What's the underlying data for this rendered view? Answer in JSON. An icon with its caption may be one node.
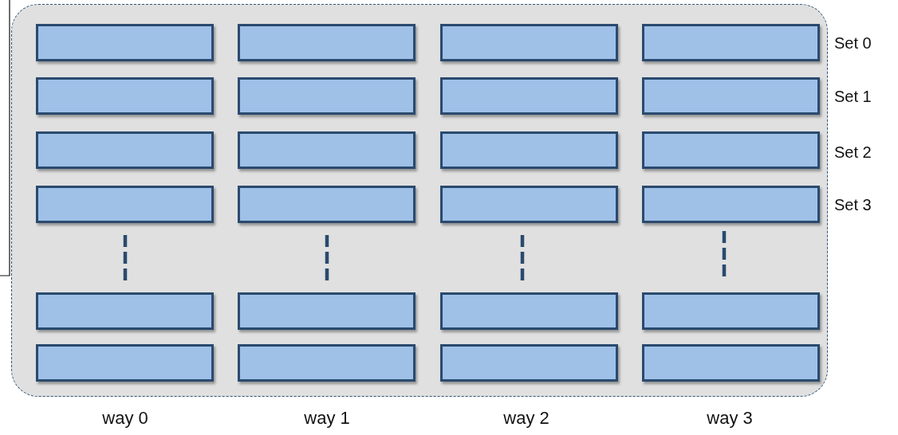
{
  "diagram": {
    "nodes": [
      {
        "text": [],
        "shape": "box"
      },
      {
        "text": [],
        "shape": "box",
        "in": 0
      },
      {
        "text": [],
        "shape": "box",
        "in": 0
      },
      {
        "text": [],
        "shape": "box",
        "in": 0
      },
      {
        "text": [],
        "shape": "box",
        "in": 0
      },
      {
        "text": [],
        "shape": "box",
        "in": 0
      },
      {
        "text": [],
        "shape": "box",
        "in": 0
      },
      {
        "text": [],
        "shape": "box",
        "in": 0
      },
      {
        "text": [],
        "shape": "box",
        "in": 0
      },
      {
        "text": [],
        "shape": "box",
        "in": 0
      },
      {
        "text": [],
        "shape": "box",
        "in": 0
      },
      {
        "text": [],
        "shape": "box",
        "in": 0
      },
      {
        "text": [],
        "shape": "box",
        "in": 0
      },
      {
        "text": [],
        "shape": "box",
        "in": 0
      },
      {
        "text": [],
        "shape": "box",
        "in": 0
      },
      {
        "text": [],
        "shape": "box",
        "in": 0
      },
      {
        "text": [],
        "shape": "box",
        "in": 0
      },
      {
        "text": [],
        "shape": "box",
        "in": 0
      },
      {
        "text": [],
        "shape": "box",
        "in": 0
      },
      {
        "text": [],
        "shape": "box",
        "in": 0
      },
      {
        "text": [],
        "shape": "box",
        "in": 0
      },
      {
        "text": [],
        "shape": "box",
        "in": 0
      },
      {
        "text": [],
        "shape": "box",
        "in": 0
      },
      {
        "text": [],
        "shape": "box",
        "in": 0
      },
      {
        "text": [],
        "shape": "box",
        "in": 0
      }
    ],
    "labels": [
      "Set 0",
      "Set 1",
      "Set 2",
      "Set 3",
      "way 0",
      "way 1",
      "way 2",
      "way 3"
    ]
  }
}
